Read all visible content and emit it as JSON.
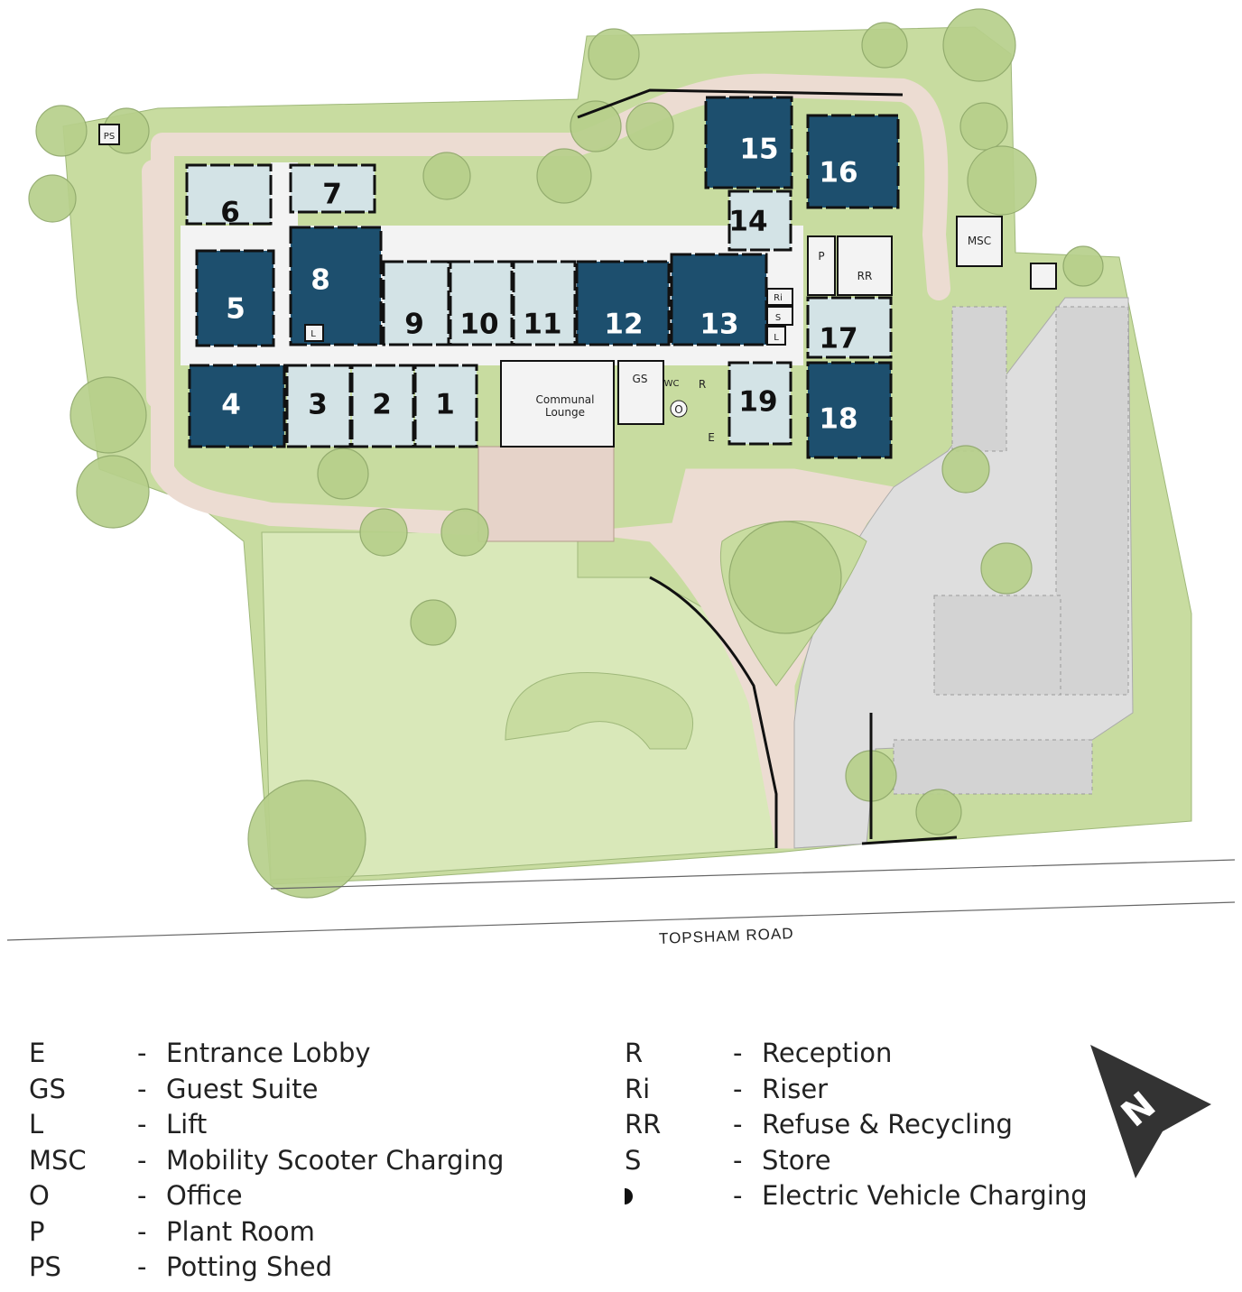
{
  "colors": {
    "grass": "#c8dca0",
    "grass_light": "#d9e8b9",
    "path": "#ecdcd2",
    "tree": "#b9d28c",
    "apartment_dark": "#1d4f6e",
    "apartment_light": "#d3e3e6",
    "building_white": "#f3f3f3",
    "parking": "#dcdcdc",
    "wall": "#111111"
  },
  "apartments": [
    {
      "num": "1",
      "tone": "light"
    },
    {
      "num": "2",
      "tone": "light"
    },
    {
      "num": "3",
      "tone": "light"
    },
    {
      "num": "4",
      "tone": "dark"
    },
    {
      "num": "5",
      "tone": "dark"
    },
    {
      "num": "6",
      "tone": "light"
    },
    {
      "num": "7",
      "tone": "light"
    },
    {
      "num": "8",
      "tone": "dark"
    },
    {
      "num": "9",
      "tone": "light"
    },
    {
      "num": "10",
      "tone": "light"
    },
    {
      "num": "11",
      "tone": "light"
    },
    {
      "num": "12",
      "tone": "dark"
    },
    {
      "num": "13",
      "tone": "dark"
    },
    {
      "num": "14",
      "tone": "light"
    },
    {
      "num": "15",
      "tone": "dark"
    },
    {
      "num": "16",
      "tone": "dark"
    },
    {
      "num": "17",
      "tone": "light"
    },
    {
      "num": "18",
      "tone": "dark"
    },
    {
      "num": "19",
      "tone": "light"
    }
  ],
  "room_labels": {
    "communal_lounge": "Communal Lounge",
    "communal_lounge_line1": "Communal",
    "communal_lounge_line2": "Lounge",
    "gs": "GS",
    "wc": "WC",
    "r": "R",
    "o": "O",
    "e": "E",
    "p": "P",
    "rr": "RR",
    "ri": "Ri",
    "s": "S",
    "l": "L",
    "msc": "MSC",
    "ps": "PS"
  },
  "road_label": "TOPSHAM ROAD",
  "legend_left": [
    {
      "abbr": "E",
      "desc": "Entrance Lobby"
    },
    {
      "abbr": "GS",
      "desc": "Guest Suite"
    },
    {
      "abbr": "L",
      "desc": "Lift"
    },
    {
      "abbr": "MSC",
      "desc": "Mobility Scooter Charging"
    },
    {
      "abbr": "O",
      "desc": "Office"
    },
    {
      "abbr": "P",
      "desc": "Plant Room"
    },
    {
      "abbr": "PS",
      "desc": "Potting Shed"
    }
  ],
  "legend_right": [
    {
      "abbr": "R",
      "desc": "Reception"
    },
    {
      "abbr": "Ri",
      "desc": "Riser"
    },
    {
      "abbr": "RR",
      "desc": "Refuse & Recycling"
    },
    {
      "abbr": "S",
      "desc": "Store"
    },
    {
      "abbr": "",
      "icon": "ev-charging-icon",
      "desc": "Electric Vehicle Charging"
    }
  ],
  "legend_dash": "-",
  "north_label": "N"
}
